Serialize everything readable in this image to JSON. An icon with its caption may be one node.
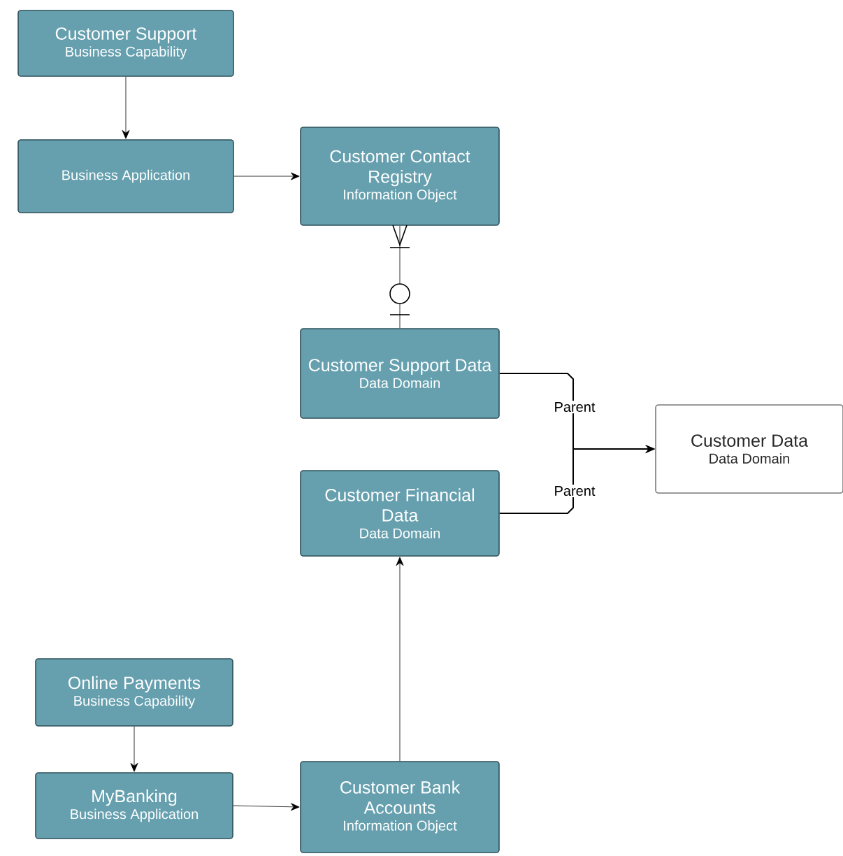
{
  "diagram": {
    "nodes": [
      {
        "text": [
          "Customer Support",
          "Business Capability"
        ]
      },
      {
        "text": [
          "Business Application"
        ]
      },
      {
        "text": [
          "Customer Contact Registry",
          "Information Object"
        ]
      },
      {
        "text": [
          "Customer Support Data",
          "Data Domain"
        ]
      },
      {
        "text": [
          "Customer Data",
          "Data Domain"
        ]
      },
      {
        "text": [
          "Customer Financial Data",
          "Data Domain"
        ]
      },
      {
        "text": [
          "Online Payments",
          "Business Capability"
        ]
      },
      {
        "text": [
          "MyBanking",
          "Business Application"
        ]
      },
      {
        "text": [
          "Customer Bank Accounts",
          "Information Object"
        ]
      }
    ],
    "edges": [
      {
        "from": 0,
        "to": 1,
        "arrow": "to"
      },
      {
        "from": 1,
        "to": 2,
        "arrow": "to"
      },
      {
        "from": 2,
        "to": 3,
        "arrow": "other"
      },
      {
        "from": 3,
        "to": 4,
        "arrow": "to",
        "label": "Parent"
      },
      {
        "from": 5,
        "to": 4,
        "arrow": "to",
        "label": "Parent"
      },
      {
        "from": 6,
        "to": 7,
        "arrow": "to"
      },
      {
        "from": 7,
        "to": 8,
        "arrow": "to"
      },
      {
        "from": 8,
        "to": 5,
        "arrow": "to"
      }
    ]
  }
}
